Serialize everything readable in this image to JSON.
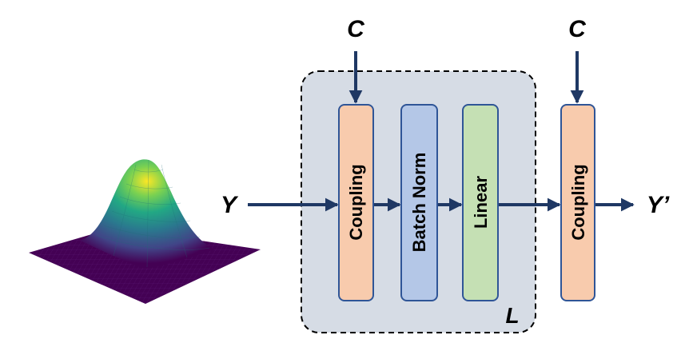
{
  "diagram": {
    "inputs": {
      "y": "Y",
      "y_prime": "Y’",
      "condition_left": "C",
      "condition_right": "C"
    },
    "group": {
      "repeat_label": "L",
      "fill": "#d6dce5",
      "blocks": [
        {
          "label": "Coupling",
          "fill": "#f8cbad"
        },
        {
          "label": "Batch Norm",
          "fill": "#b4c7e7"
        },
        {
          "label": "Linear",
          "fill": "#c5e0b4"
        }
      ]
    },
    "final_block": {
      "label": "Coupling",
      "fill": "#f8cbad"
    },
    "colors": {
      "arrow": "#1f3864",
      "block_border": "#2f5597"
    }
  }
}
